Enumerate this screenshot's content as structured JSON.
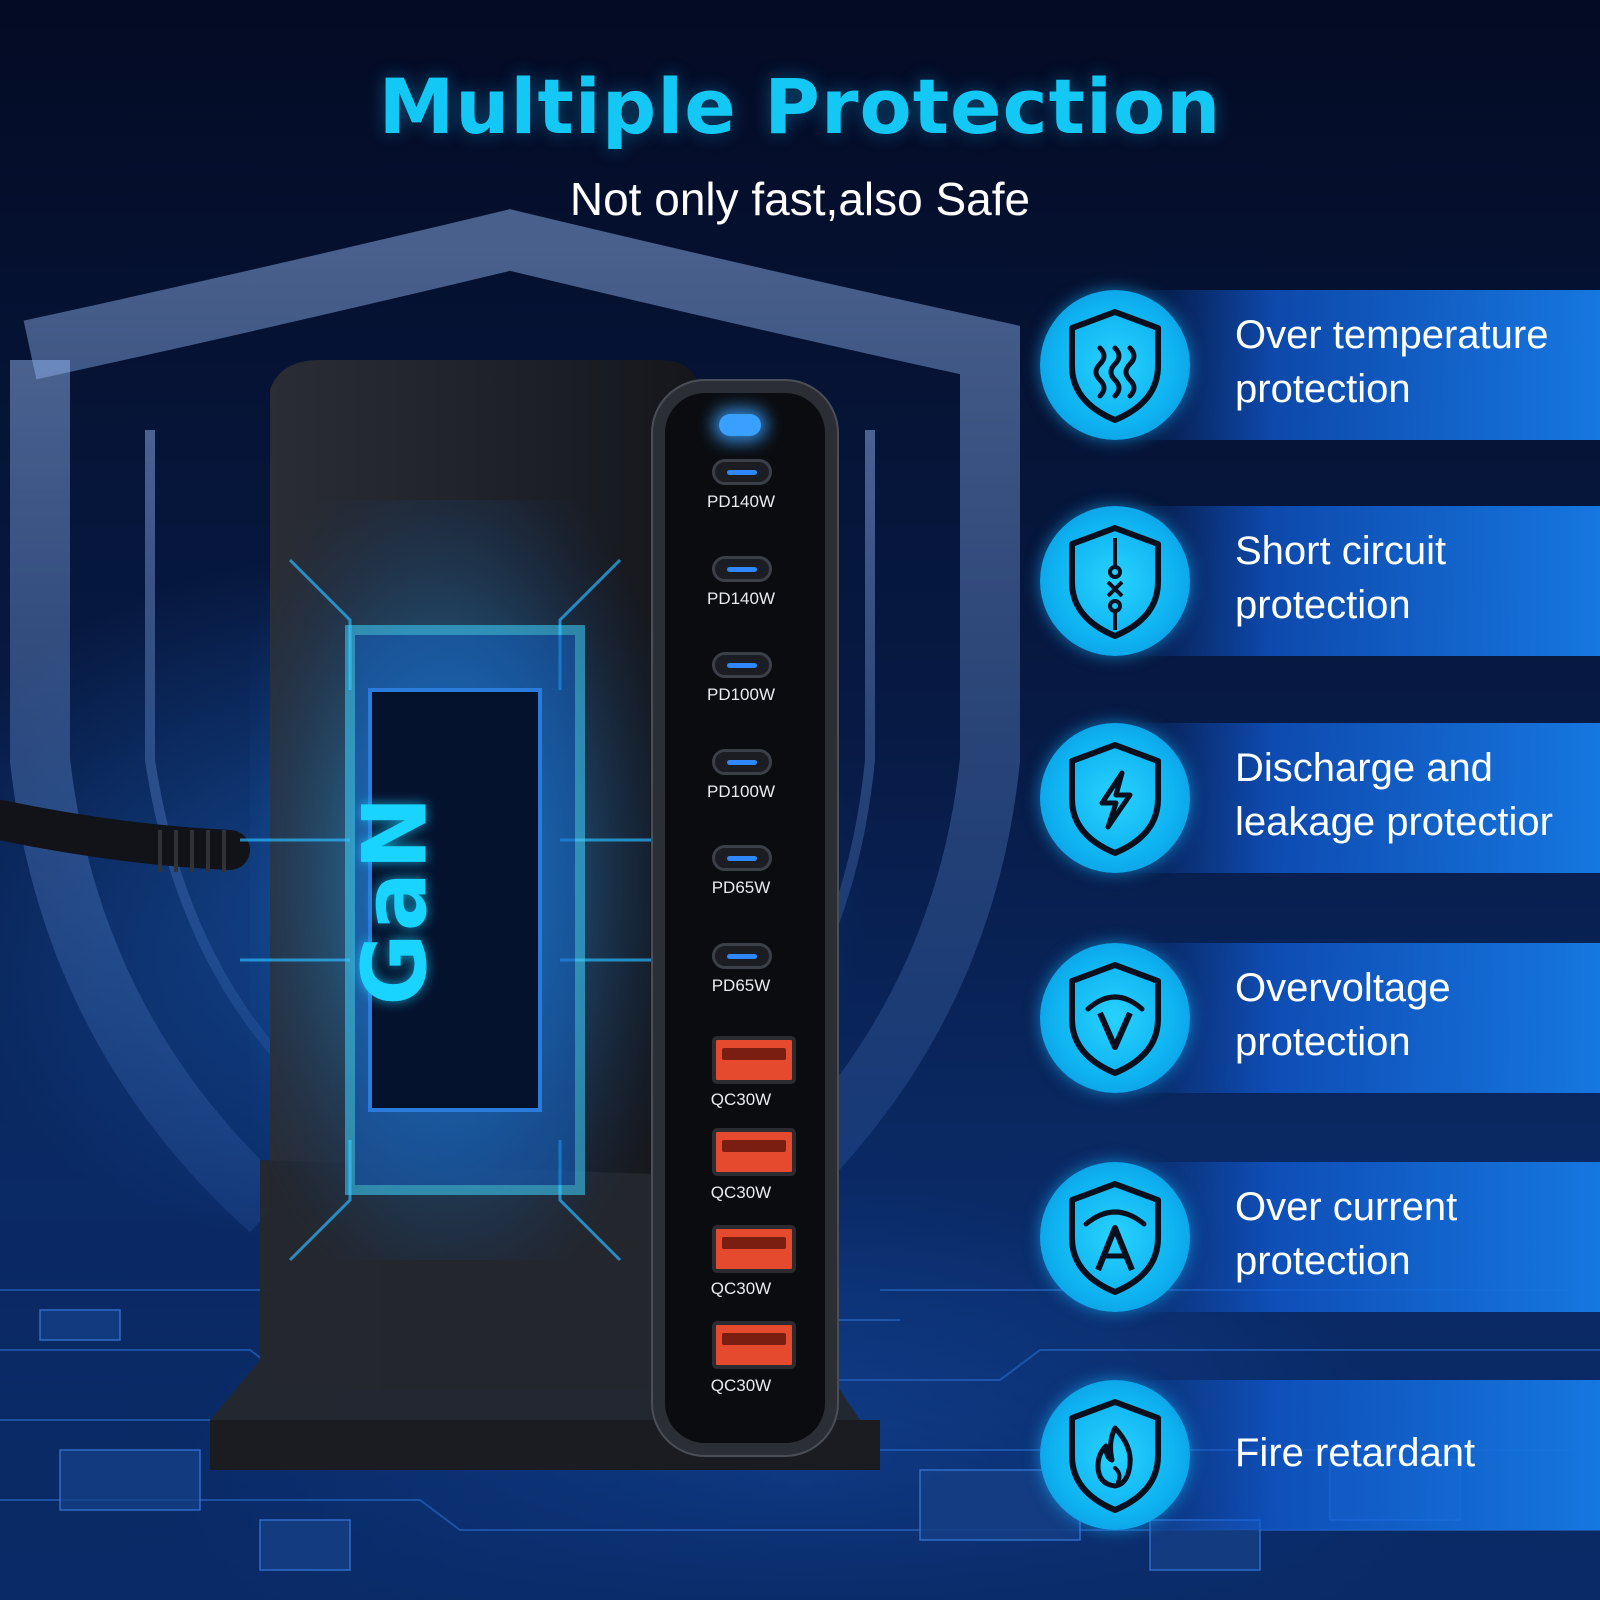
{
  "heading": {
    "title": "Multiple Protection",
    "subtitle": "Not only fast,also Safe"
  },
  "chip": {
    "label": "GaN"
  },
  "ports": [
    {
      "type": "usb-c",
      "label": "PD140W"
    },
    {
      "type": "usb-c",
      "label": "PD140W"
    },
    {
      "type": "usb-c",
      "label": "PD100W"
    },
    {
      "type": "usb-c",
      "label": "PD100W"
    },
    {
      "type": "usb-c",
      "label": "PD65W"
    },
    {
      "type": "usb-c",
      "label": "PD65W"
    },
    {
      "type": "usb-a",
      "label": "QC30W"
    },
    {
      "type": "usb-a",
      "label": "QC30W"
    },
    {
      "type": "usb-a",
      "label": "QC30W"
    },
    {
      "type": "usb-a",
      "label": "QC30W"
    }
  ],
  "features": [
    {
      "icon": "heat-shield-icon",
      "line1": "Over temperature",
      "line2": "protection"
    },
    {
      "icon": "short-circuit-shield-icon",
      "line1": "Short circuit",
      "line2": "protection"
    },
    {
      "icon": "lightning-shield-icon",
      "line1": "Discharge and",
      "line2": "leakage protectior"
    },
    {
      "icon": "voltage-shield-icon",
      "line1": "Overvoltage",
      "line2": "protection"
    },
    {
      "icon": "ampere-shield-icon",
      "line1": "Over current",
      "line2": "protection"
    },
    {
      "icon": "flame-shield-icon",
      "line1": "Fire retardant",
      "line2": ""
    }
  ],
  "colors": {
    "title_cyan": "#13c8f5",
    "icon_cyan": "#1bc4f7",
    "band_blue": "#1677e0",
    "usb_a_orange": "#e64a2e",
    "led_blue": "#3aa0ff"
  }
}
